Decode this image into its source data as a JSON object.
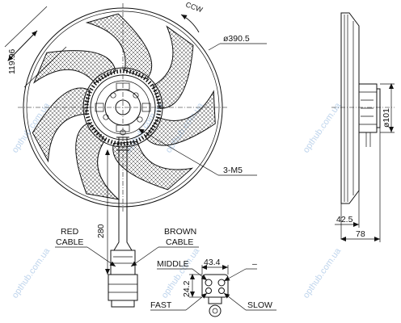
{
  "labels": {
    "rotation": "CCW",
    "diameter_fan": "ø390.5",
    "dim_119": "119.96",
    "screws": "3-M5",
    "cable_len": "280",
    "red_cable_1": "RED",
    "red_cable_2": "CABLE",
    "brown_cable_1": "BROWN",
    "brown_cable_2": "CABLE",
    "middle": "MIDDLE",
    "dim_43": "43.4",
    "dim_24": "24.2",
    "minus": "–",
    "fast": "FAST",
    "slow": "SLOW",
    "diameter_hub": "ø101",
    "depth_42": "42.5",
    "depth_78": "78"
  },
  "watermark": "opthub.com.ua",
  "colors": {
    "line": "#111111",
    "watermark": "#a9c6e6"
  }
}
